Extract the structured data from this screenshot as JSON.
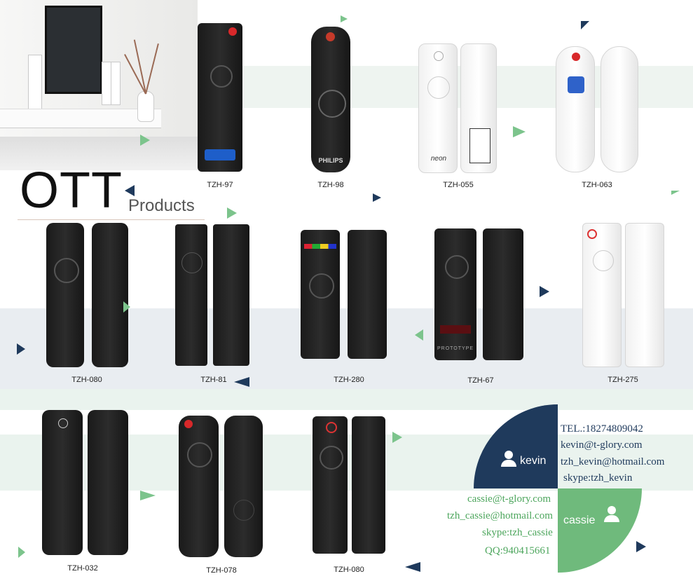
{
  "heading": {
    "title": "OTT",
    "subtitle": "Products"
  },
  "remotes": [
    {
      "model": "TZH-97"
    },
    {
      "model": "TZH-98",
      "brand": "PHILIPS"
    },
    {
      "model": "TZH-055",
      "brand": "neon"
    },
    {
      "model": "TZH-063"
    },
    {
      "model": "TZH-080"
    },
    {
      "model": "TZH-81"
    },
    {
      "model": "TZH-280"
    },
    {
      "model": "TZH-67",
      "brand": "PROTOTYPE"
    },
    {
      "model": "TZH-275"
    },
    {
      "model": "TZH-032"
    },
    {
      "model": "TZH-078"
    },
    {
      "model": "TZH-080"
    }
  ],
  "contacts": {
    "kevin": {
      "name": "kevin",
      "tel": "TEL.:18274809042",
      "email1": "kevin@t-glory.com",
      "email2": "tzh_kevin@hotmail.com",
      "skype": "skype:tzh_kevin"
    },
    "cassie": {
      "name": "cassie",
      "email1": "cassie@t-glory.com",
      "email2": "tzh_cassie@hotmail.com",
      "skype": "skype:tzh_cassie",
      "qq": "QQ:940415661"
    }
  },
  "colors": {
    "navy": "#1f3a5c",
    "green": "#6fba7c",
    "band_green": "#eaf3ee",
    "band_gray": "#e9edf1"
  }
}
